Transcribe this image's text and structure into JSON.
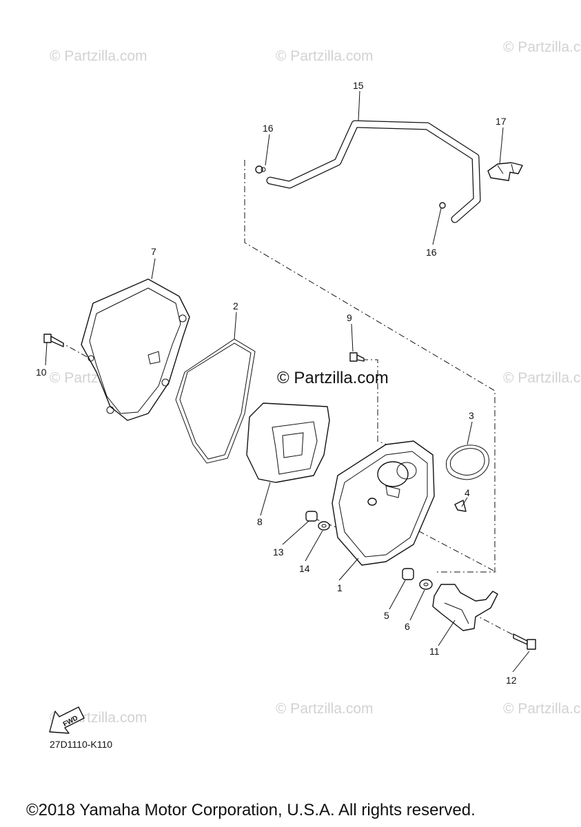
{
  "watermarks": {
    "text": "© Partzilla.com",
    "center_text": "© Partzilla.com"
  },
  "callouts": [
    "1",
    "2",
    "3",
    "4",
    "5",
    "6",
    "7",
    "8",
    "9",
    "10",
    "11",
    "12",
    "13",
    "14",
    "15",
    "16",
    "16",
    "17"
  ],
  "fwd_label": "FWD",
  "diagram_code": "27D1110-K110",
  "copyright": "©2018 Yamaha Motor Corporation, U.S.A. All rights reserved."
}
